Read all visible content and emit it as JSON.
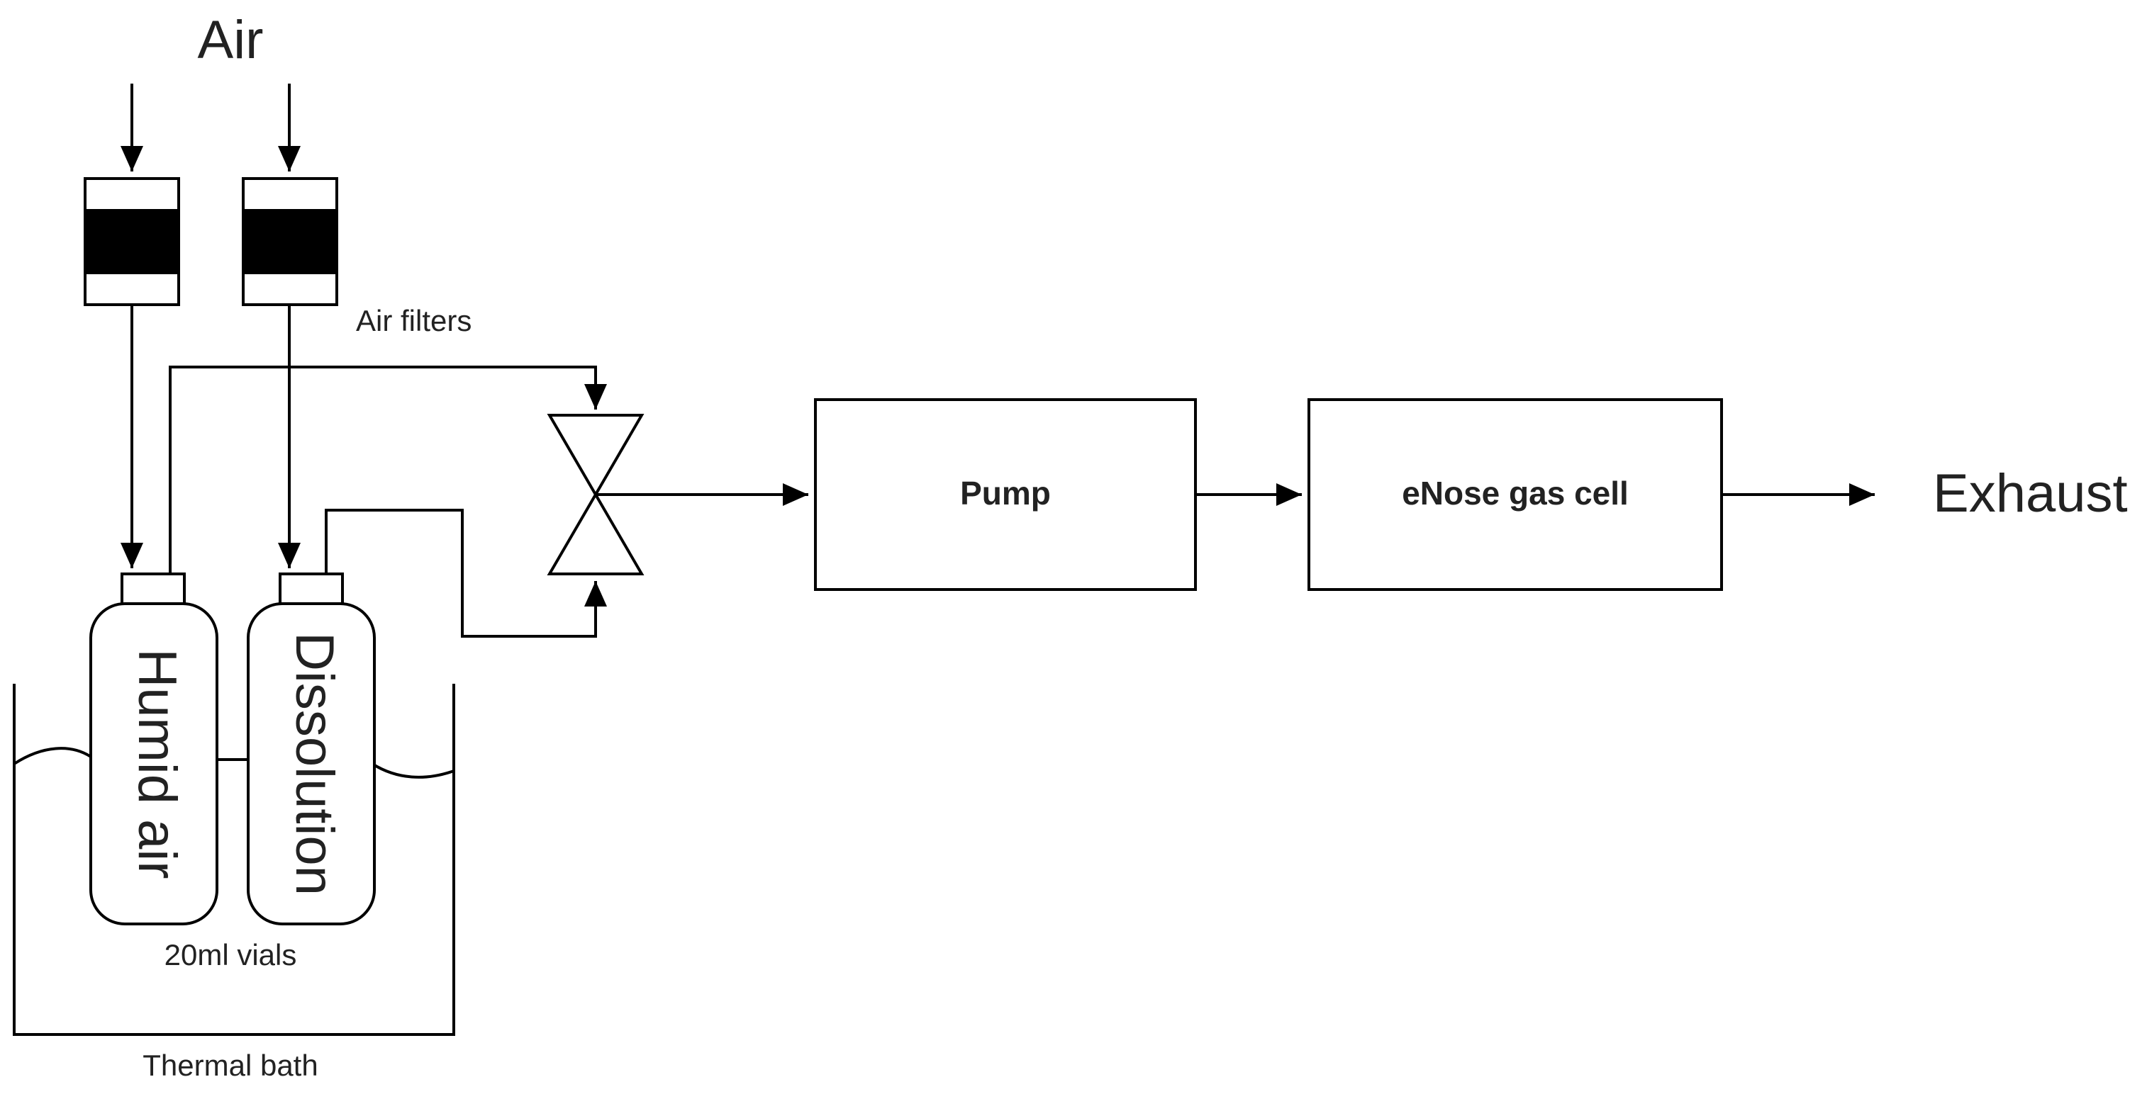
{
  "labels": {
    "air": "Air",
    "air_filters": "Air filters",
    "vial_humid": "Humid air",
    "vial_dissolution": "Dissolution",
    "vials_caption": "20ml vials",
    "thermal_bath": "Thermal bath",
    "pump": "Pump",
    "enose": "eNose gas cell",
    "exhaust": "Exhaust"
  }
}
